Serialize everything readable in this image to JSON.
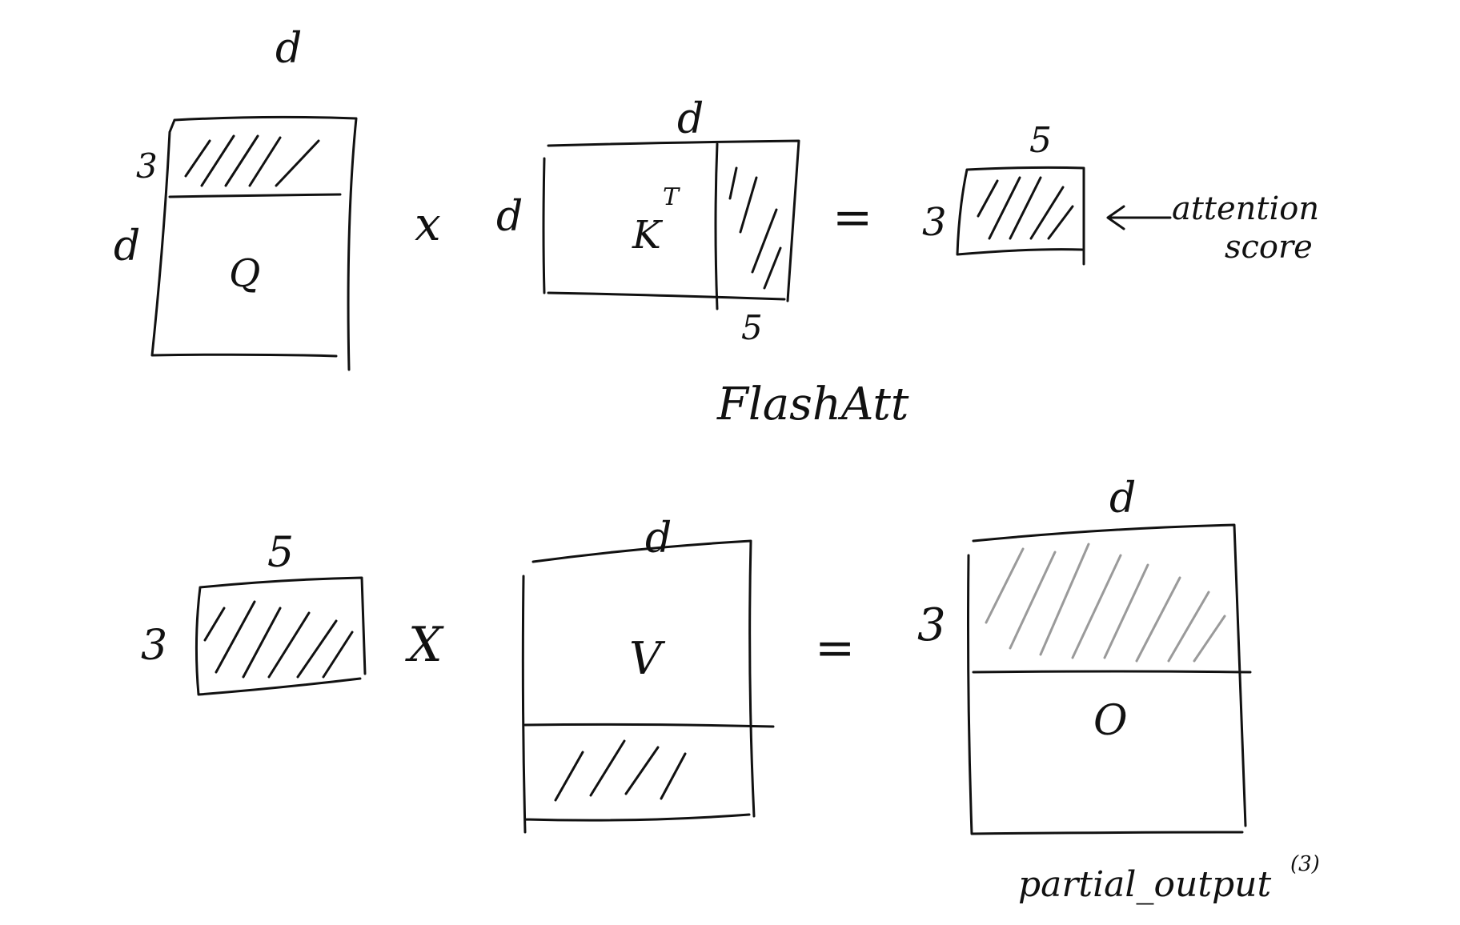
{
  "diagram": {
    "top_row": {
      "q_matrix": {
        "name": "Q",
        "top_dim": "d",
        "side_dim": "d",
        "block_dim": "3"
      },
      "times_symbol": "x",
      "kt_matrix": {
        "name": "K",
        "superscript": "T",
        "top_dim": "d",
        "side_dim": "d",
        "block_dim": "5"
      },
      "equals_symbol": "=",
      "score_block": {
        "top_dim": "5",
        "side_dim": "3"
      },
      "score_arrow_label_line1": "attention",
      "score_arrow_label_line2": "score",
      "caption": "FlashAtt"
    },
    "bottom_row": {
      "score_block": {
        "top_dim": "5",
        "side_dim": "3"
      },
      "times_symbol": "X",
      "v_matrix": {
        "name": "V",
        "top_dim": "d"
      },
      "equals_symbol": "=",
      "o_matrix": {
        "name": "O",
        "top_dim": "d",
        "side_dim": "3"
      },
      "output_caption": "partial_output",
      "output_superscript": "(3)"
    }
  }
}
